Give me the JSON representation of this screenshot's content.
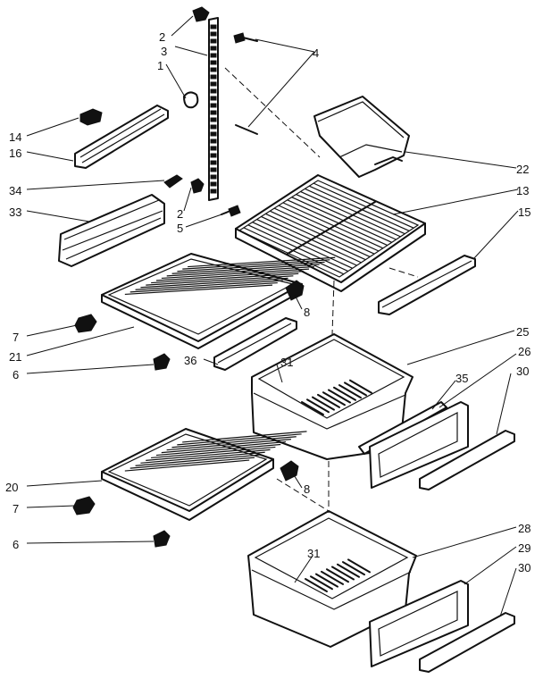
{
  "callouts": [
    {
      "id": "c2a",
      "label": "2"
    },
    {
      "id": "c3",
      "label": "3"
    },
    {
      "id": "c1",
      "label": "1"
    },
    {
      "id": "c4",
      "label": "4"
    },
    {
      "id": "c14",
      "label": "14"
    },
    {
      "id": "c16",
      "label": "16"
    },
    {
      "id": "c22",
      "label": "22"
    },
    {
      "id": "c13",
      "label": "13"
    },
    {
      "id": "c34",
      "label": "34"
    },
    {
      "id": "c33",
      "label": "33"
    },
    {
      "id": "c2b",
      "label": "2"
    },
    {
      "id": "c5",
      "label": "5"
    },
    {
      "id": "c15",
      "label": "15"
    },
    {
      "id": "c8a",
      "label": "8"
    },
    {
      "id": "c7a",
      "label": "7"
    },
    {
      "id": "c21",
      "label": "21"
    },
    {
      "id": "c6a",
      "label": "6"
    },
    {
      "id": "c36",
      "label": "36"
    },
    {
      "id": "c31a",
      "label": "31"
    },
    {
      "id": "c25",
      "label": "25"
    },
    {
      "id": "c26",
      "label": "26"
    },
    {
      "id": "c35",
      "label": "35"
    },
    {
      "id": "c30a",
      "label": "30"
    },
    {
      "id": "c20",
      "label": "20"
    },
    {
      "id": "c8b",
      "label": "8"
    },
    {
      "id": "c7b",
      "label": "7"
    },
    {
      "id": "c6b",
      "label": "6"
    },
    {
      "id": "c28",
      "label": "28"
    },
    {
      "id": "c29",
      "label": "29"
    },
    {
      "id": "c31b",
      "label": "31"
    },
    {
      "id": "c30b",
      "label": "30"
    }
  ]
}
